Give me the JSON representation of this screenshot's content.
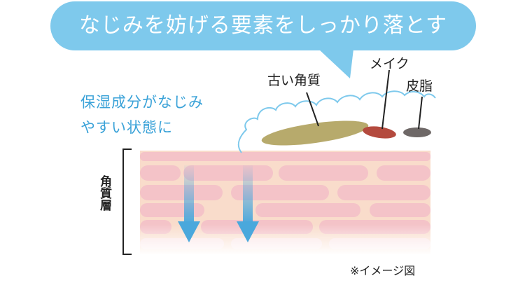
{
  "title": "なじみを妨げる要素をしっかり落とす",
  "subtext": [
    "保湿成分がなじみ",
    "やすい状態に"
  ],
  "labels": {
    "old_skin": "古い角質",
    "makeup": "メイク",
    "sebum": "皮脂",
    "stratum_corneum": "角質層"
  },
  "note": "※イメージ図",
  "colors": {
    "bubble": "#7ec9ec",
    "subtext": "#3aa2d8",
    "old_skin": "#b7aa6c",
    "makeup": "#b44a3e",
    "sebum": "#6e6867",
    "cell": "#f4c3c8",
    "cell_light": "#fbe3e4",
    "gap": "#f9dccb",
    "arrow": "#4aa8dc"
  }
}
